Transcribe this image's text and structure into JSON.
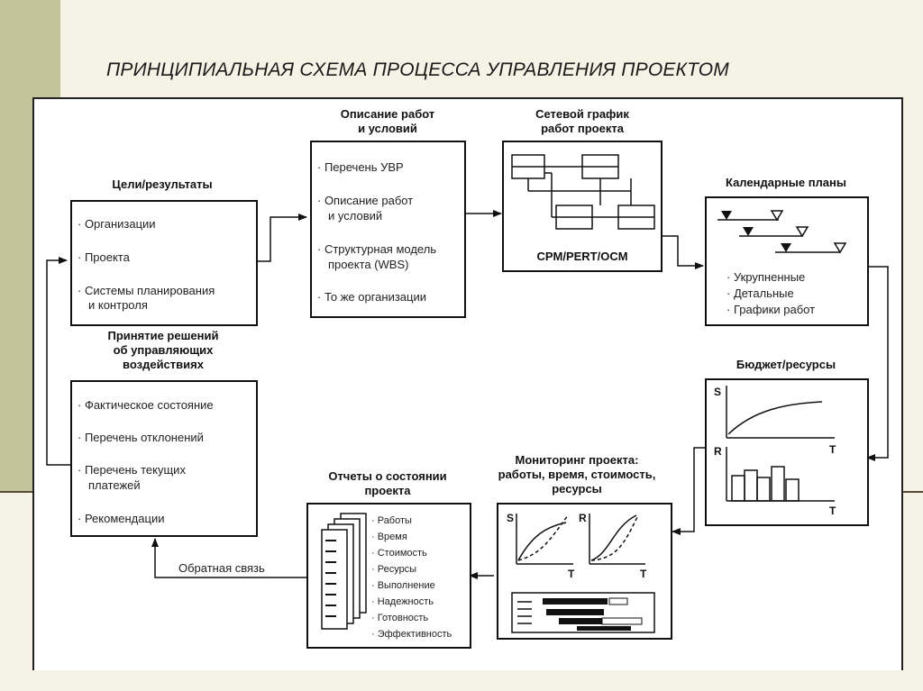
{
  "title": "ПРИНЦИПИАЛЬНАЯ СХЕМА ПРОЦЕССА УПРАВЛЕНИЯ ПРОЕКТОМ",
  "goals": {
    "label": "Цели/результаты",
    "items": [
      "· Организации",
      "· Проекта",
      "· Системы планирования",
      "и контроля"
    ]
  },
  "works": {
    "label_1": "Описание работ",
    "label_2": "и условий",
    "items": [
      "· Перечень УВР",
      "· Описание работ",
      "и условий",
      "· Структурная модель",
      "проекта (WBS)",
      "· То же организации"
    ]
  },
  "network": {
    "label_1": "Сетевой график",
    "label_2": "работ проекта",
    "caption": "CPM/PERT/OCM"
  },
  "calendar": {
    "label": "Календарные планы",
    "items": [
      "· Укрупненные",
      "· Детальные",
      "· Графики работ"
    ]
  },
  "budget": {
    "label": "Бюджет/ресурсы",
    "axis_s": "S",
    "axis_t1": "T",
    "axis_r": "R",
    "axis_t2": "T"
  },
  "monitoring": {
    "label_1": "Мониторинг проекта:",
    "label_2": "работы, время, стоимость,",
    "label_3": "ресурсы",
    "axis_s": "S",
    "axis_t1": "T",
    "axis_r": "R",
    "axis_t2": "T"
  },
  "reports": {
    "label_1": "Отчеты о состоянии",
    "label_2": "проекта",
    "items": [
      "· Работы",
      "· Время",
      "· Стоимость",
      "· Ресурсы",
      "· Выполнение",
      "· Надежность",
      "· Готовность",
      "· Эффективность"
    ]
  },
  "feedback": {
    "label": "Обратная связь"
  },
  "decisions": {
    "label_1": "Принятие решений",
    "label_2": "об управляющих",
    "label_3": "воздействиях",
    "items": [
      "· Фактическое состояние",
      "· Перечень отклонений",
      "· Перечень текущих",
      "платежей",
      "· Рекомендации"
    ]
  }
}
